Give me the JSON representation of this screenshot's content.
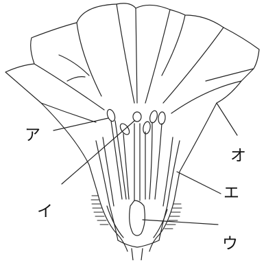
{
  "labels": {
    "a": "ア",
    "i": "イ",
    "u": "ウ",
    "e": "エ",
    "o": "オ"
  }
}
